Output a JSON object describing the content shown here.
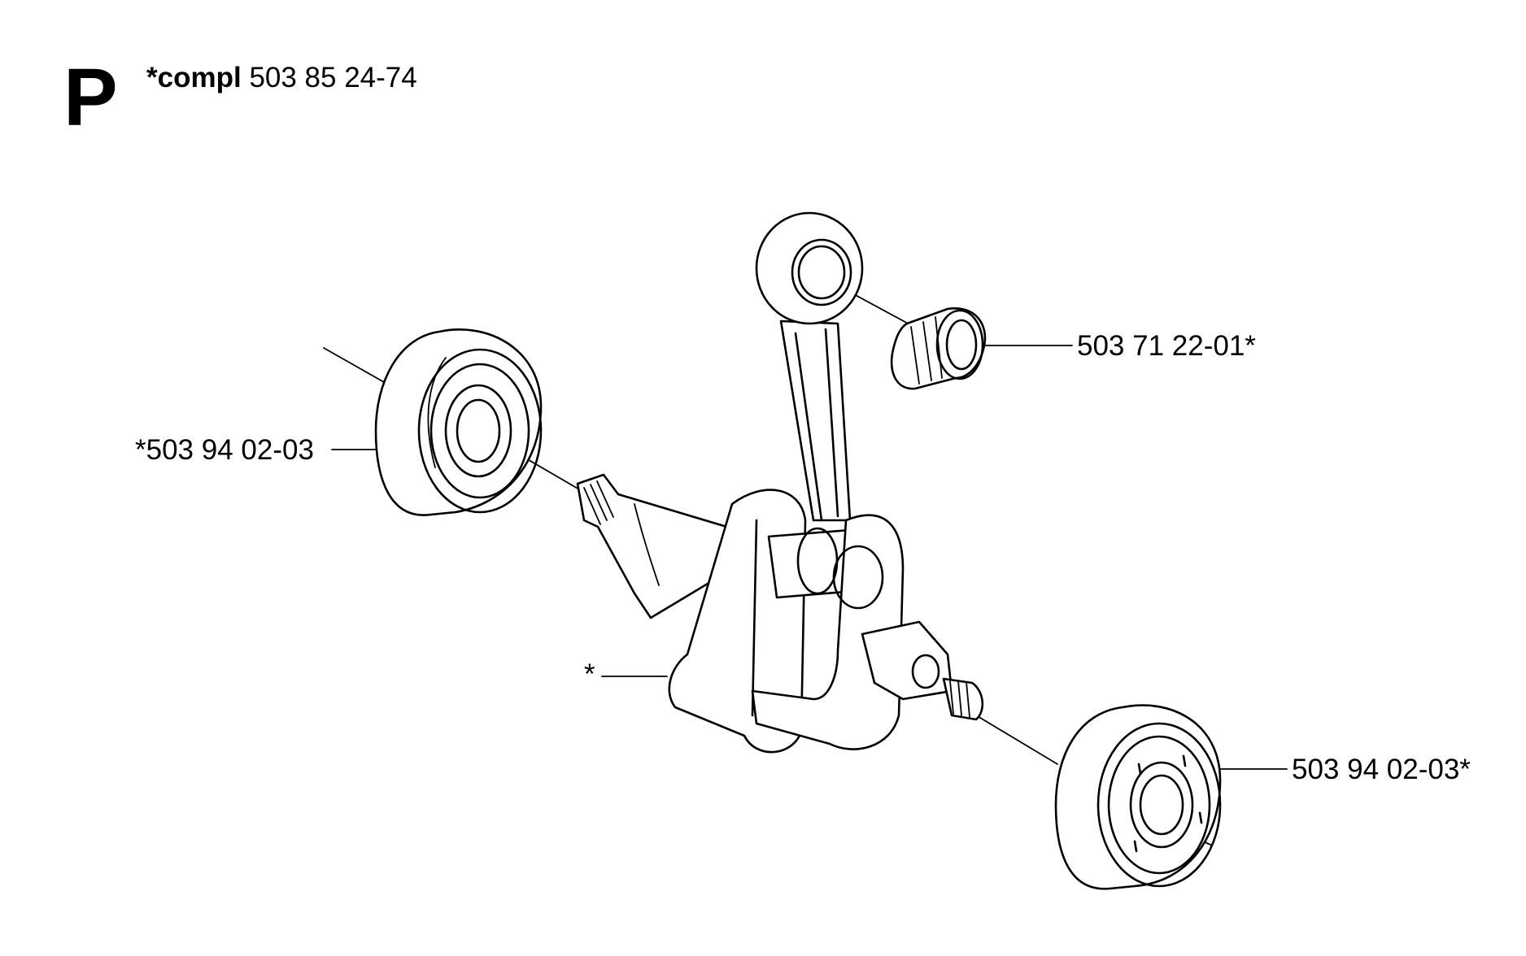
{
  "section_letter": "P",
  "assembly": {
    "prefix": "*compl",
    "part_number": "503 85 24-74"
  },
  "callouts": {
    "needle_bearing": "503 71 22-01*",
    "left_ball_bearing": "*503 94 02-03",
    "crankshaft": "*",
    "right_ball_bearing": "503 94 02-03*"
  }
}
